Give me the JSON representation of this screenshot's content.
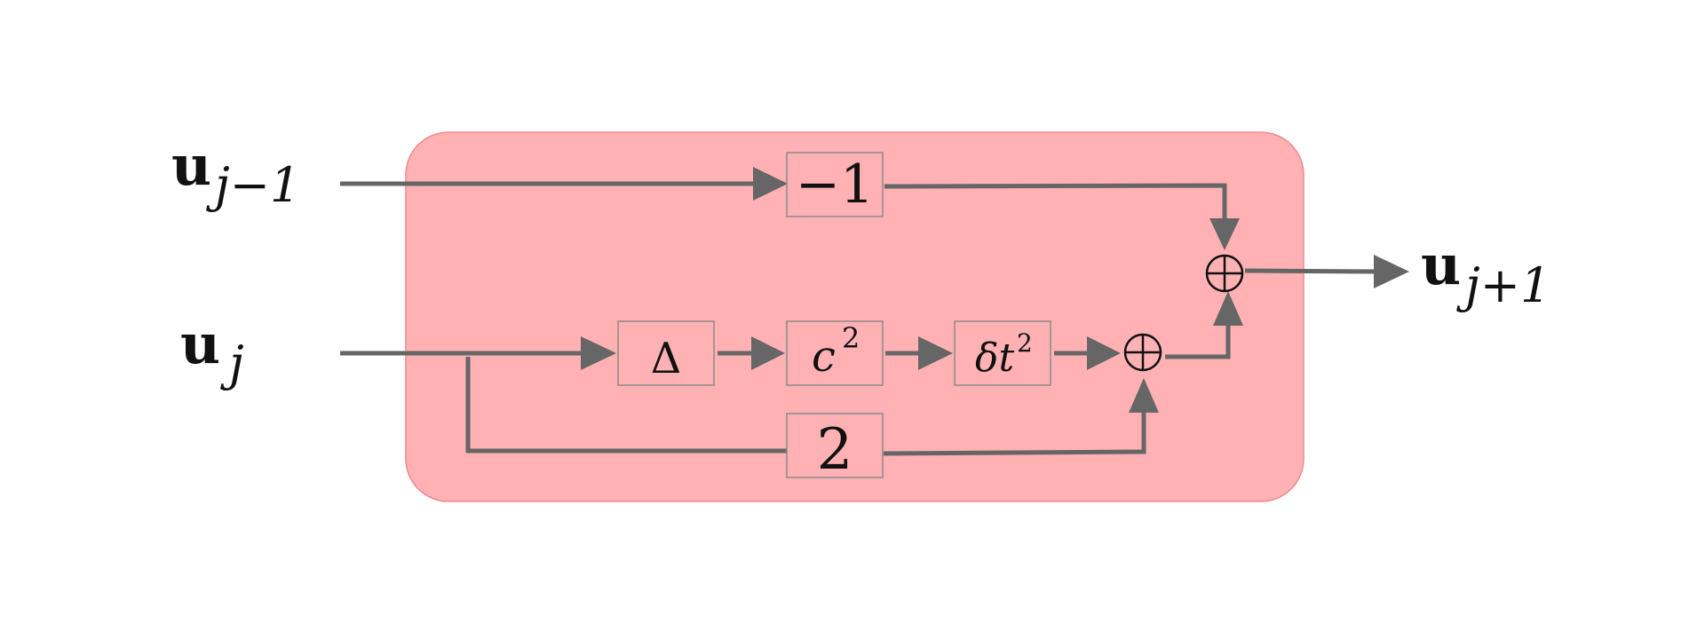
{
  "inputs": {
    "u_prev": {
      "base": "u",
      "sub": "j−1"
    },
    "u_curr": {
      "base": "u",
      "sub": "j"
    }
  },
  "output": {
    "base": "u",
    "sub": "j+1"
  },
  "blocks": {
    "neg_one": "−1",
    "laplacian": "Δ",
    "c_squared": {
      "base": "c",
      "sup": "2"
    },
    "dt_squared": {
      "base": "δt",
      "sup": "2"
    },
    "two": "2"
  },
  "sum_symbol": "⊕",
  "colors": {
    "container_fill": "#ffb1b3",
    "container_stroke": "#f08a8e",
    "wire": "#666666",
    "box_stroke": "#8a8a8a",
    "text": "#111111"
  }
}
